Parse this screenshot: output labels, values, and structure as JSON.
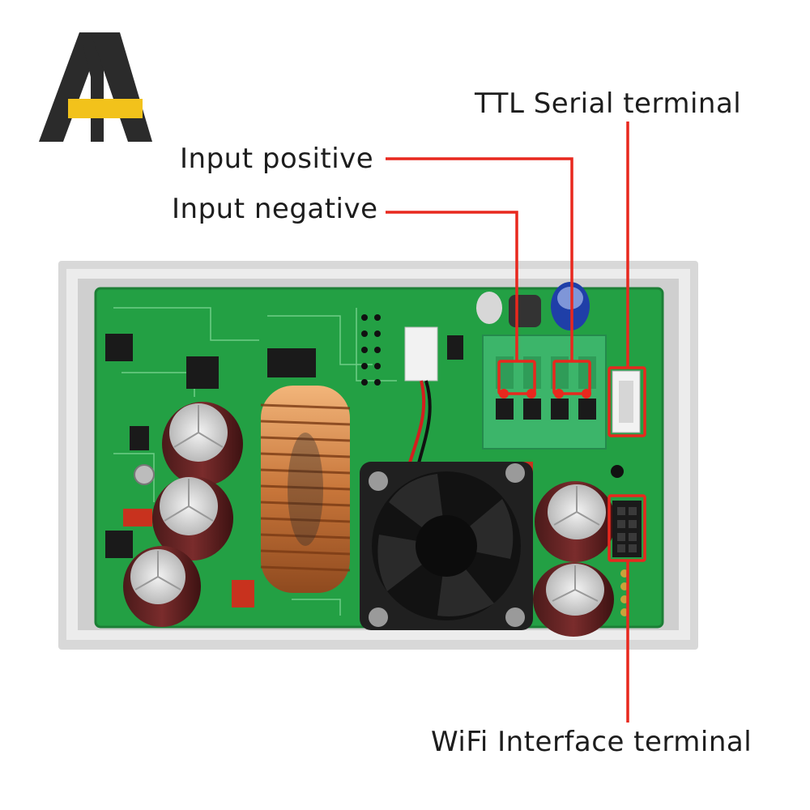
{
  "labels": {
    "ttl": "TTL Serial terminal",
    "input_positive": "Input positive",
    "input_negative": "Input negative",
    "wifi": "WiFi Interface terminal"
  },
  "colors": {
    "callout": "#e8281e",
    "logo_dark": "#2b2b2b",
    "logo_accent": "#f2c21b",
    "pcb": "#23a044",
    "enclosure": "#e6e6e6"
  }
}
